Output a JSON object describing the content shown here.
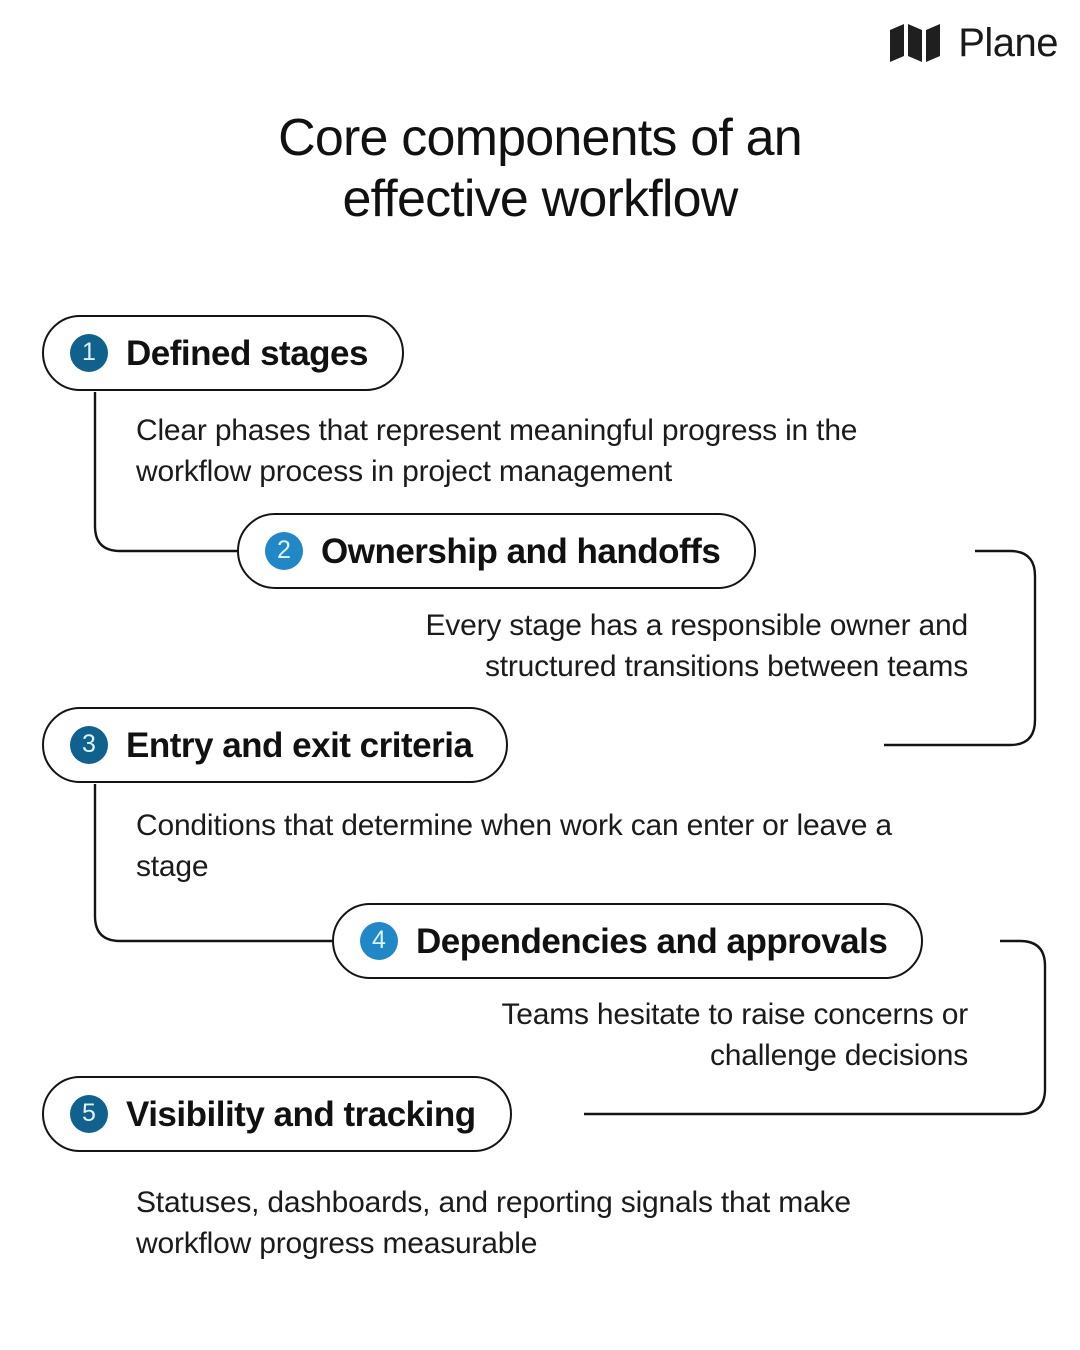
{
  "brand": {
    "name": "Plane",
    "logo_icon": "plane-logo-icon"
  },
  "header": {
    "title_line_1": "Core components of an",
    "title_line_2": "effective workflow",
    "title_full": "Core components of an effective workflow"
  },
  "colors": {
    "background": "#ffffff",
    "text": "#111111",
    "outline": "#141414",
    "badge_dark": "#10618e",
    "badge_light": "#2088c6",
    "badge_number": "#dff3fb"
  },
  "items": [
    {
      "number": "1",
      "label": "Defined stages",
      "description": "Clear phases that represent meaningful progress in the workflow process in project management",
      "badge_tone": "dark",
      "align": "left"
    },
    {
      "number": "2",
      "label": "Ownership and handoffs",
      "description": "Every stage has a responsible owner and structured transitions between teams",
      "badge_tone": "light",
      "align": "right"
    },
    {
      "number": "3",
      "label": "Entry and exit criteria",
      "description": "Conditions that determine when work can enter or leave a stage",
      "badge_tone": "dark",
      "align": "left"
    },
    {
      "number": "4",
      "label": "Dependencies and approvals",
      "description": "Teams hesitate to raise concerns or challenge decisions",
      "badge_tone": "light",
      "align": "right"
    },
    {
      "number": "5",
      "label": "Visibility and tracking",
      "description": "Statuses, dashboards, and reporting signals that make workflow progress measurable",
      "badge_tone": "dark",
      "align": "left"
    }
  ]
}
